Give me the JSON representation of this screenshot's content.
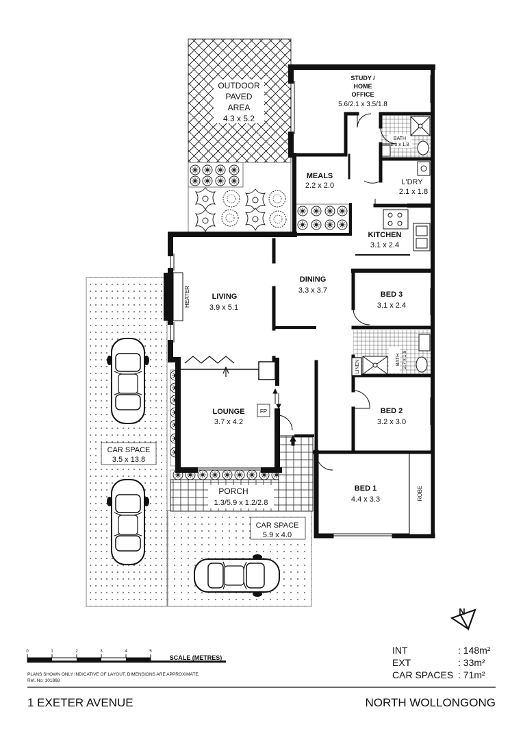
{
  "rooms": {
    "outdoor": {
      "name_1": "OUTDOOR",
      "name_2": "PAVED",
      "name_3": "AREA",
      "dims": "4.3 x 5.2"
    },
    "study": {
      "name_1": "STUDY /",
      "name_2": "HOME",
      "name_3": "OFFICE",
      "dims": "5.6/2.1 x 3.5/1.8"
    },
    "bath_upper": {
      "name": "BATH",
      "dims": "2.1 x 1.8"
    },
    "meals": {
      "name": "MEALS",
      "dims": "2.2 x 2.0"
    },
    "laundry": {
      "name": "L'DRY",
      "dims": "2.1 x 1.8"
    },
    "kitchen": {
      "name": "KITCHEN",
      "dims": "3.1 x 2.4"
    },
    "living": {
      "name": "LIVING",
      "dims": "3.9 x 5.1"
    },
    "heater": "HEATER",
    "dining": {
      "name": "DINING",
      "dims": "3.3 x 3.7"
    },
    "bed3": {
      "name": "BED 3",
      "dims": "3.1 x 2.4"
    },
    "bath_lower": {
      "name": "BATH",
      "dims": "2.7 x 1.9"
    },
    "linen": "LINEN",
    "lounge": {
      "name": "LOUNGE",
      "dims": "3.7 x 4.2"
    },
    "fireplace": "FP",
    "bed2": {
      "name": "BED 2",
      "dims": "3.2 x 3.0"
    },
    "car_space_left": {
      "name": "CAR SPACE",
      "dims": "3.5 x 13.8"
    },
    "porch": {
      "name": "PORCH",
      "dims": "1.3/5.9 x 1.2/2.8"
    },
    "bed1": {
      "name": "BED 1",
      "dims": "4.4 x 3.3"
    },
    "robe": "ROBE",
    "car_space_front": {
      "name": "CAR SPACE",
      "dims": "5.9 x 4.0"
    }
  },
  "compass": {
    "letter": "N"
  },
  "scale": {
    "label": "SCALE (METRES)",
    "ticks": [
      "0",
      "1",
      "2",
      "3",
      "4",
      "5"
    ]
  },
  "disclaimer": "PLANS SHOWN ONLY INDICATIVE OF LAYOUT.  DIMENSIONS ARE APPROXIMATE.",
  "reference": "Ref. No: 101868",
  "areas": [
    {
      "label": "INT",
      "value": ": 148m²"
    },
    {
      "label": "EXT",
      "value": ": 33m²"
    },
    {
      "label": "CAR SPACES",
      "value": ": 71m²"
    }
  ],
  "address": "1 EXETER AVENUE",
  "suburb": "NORTH WOLLONGONG"
}
